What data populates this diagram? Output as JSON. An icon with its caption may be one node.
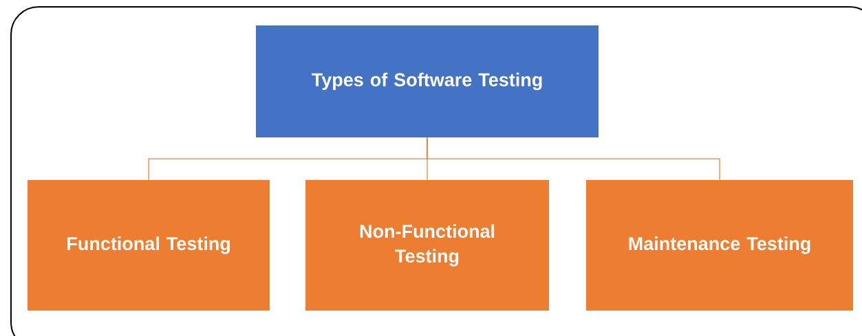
{
  "diagram": {
    "nodes": [
      {
        "text": [
          "Types of Software Testing"
        ]
      },
      {
        "text": [
          "Functional Testing"
        ]
      },
      {
        "text": [
          "Non-Functional Testing"
        ]
      },
      {
        "text": [
          "Maintenance Testing"
        ]
      }
    ],
    "edges": [
      {
        "from": 0,
        "to": 1,
        "arrow": "none"
      },
      {
        "from": 0,
        "to": 2,
        "arrow": "none"
      },
      {
        "from": 0,
        "to": 3,
        "arrow": "none"
      }
    ]
  }
}
